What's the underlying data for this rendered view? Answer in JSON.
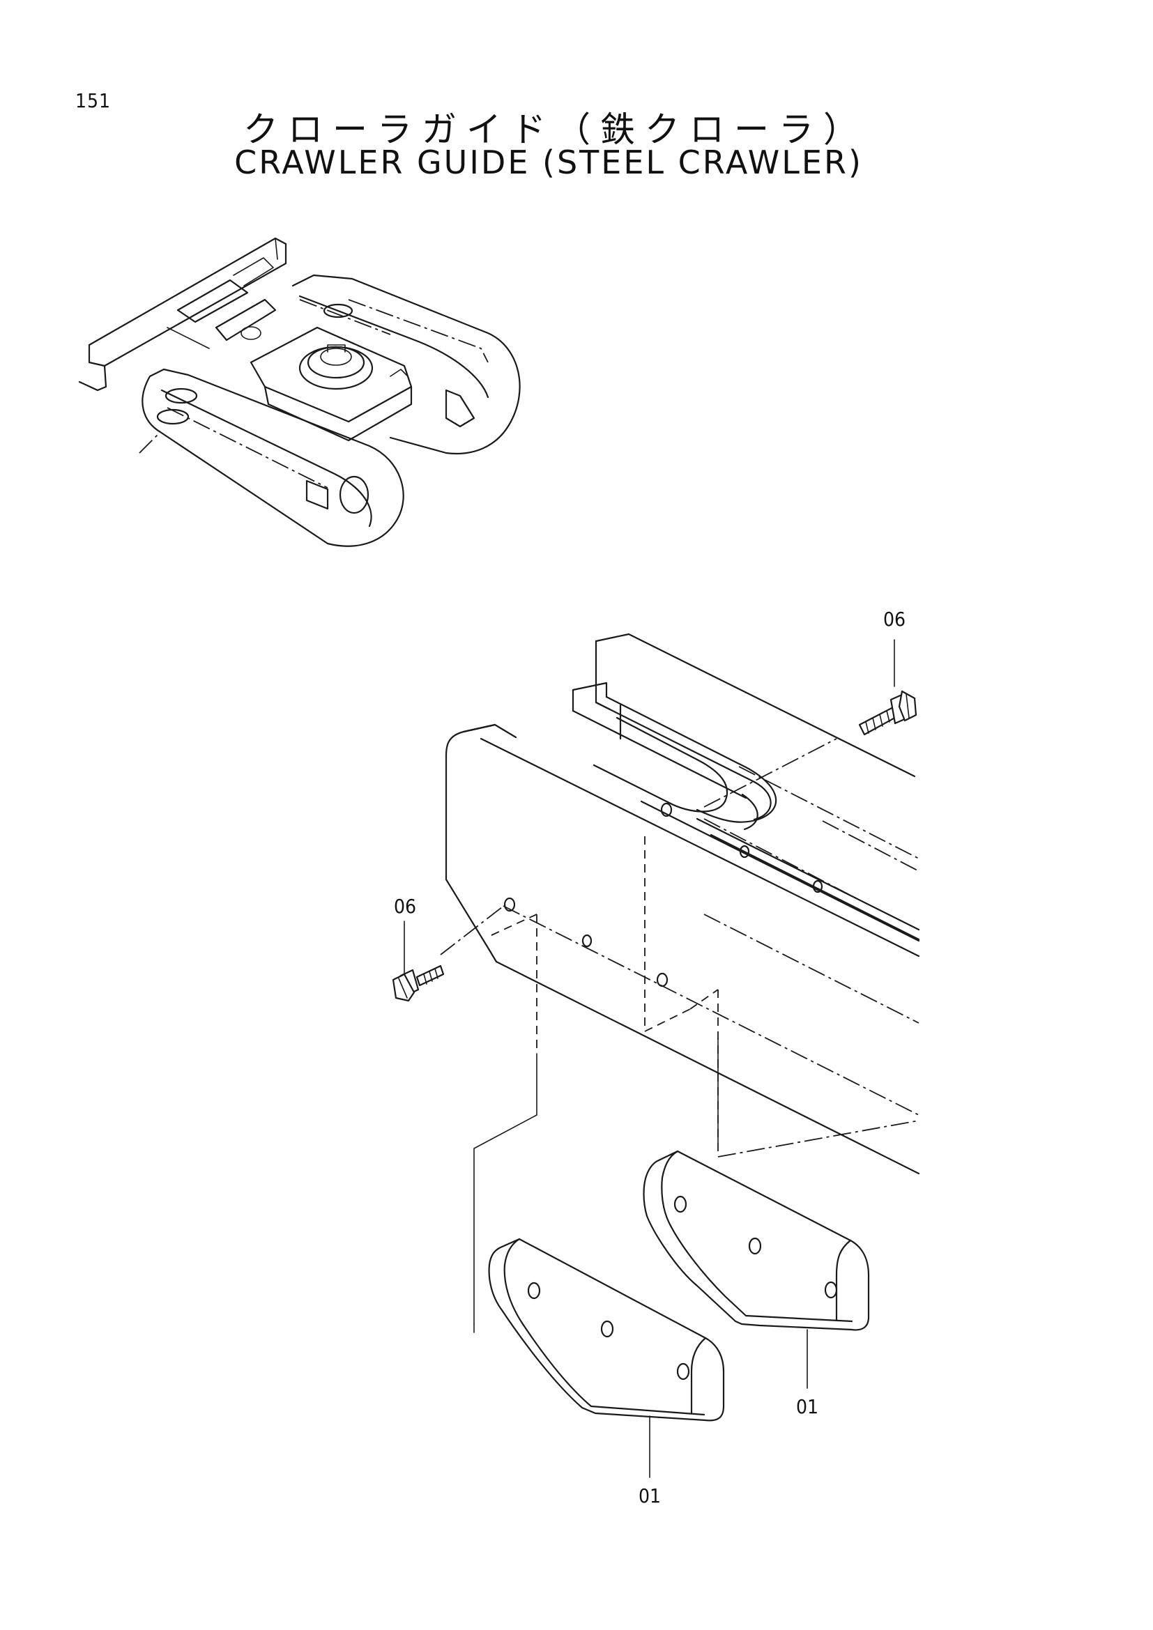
{
  "page_number": "151",
  "title_jp": "クローラガイド（鉄クローラ）",
  "title_en": "CRAWLER GUIDE (STEEL CRAWLER)",
  "callouts": {
    "bolt_right": "06",
    "bolt_left": "06",
    "guide_right": "01",
    "guide_left": "01"
  }
}
